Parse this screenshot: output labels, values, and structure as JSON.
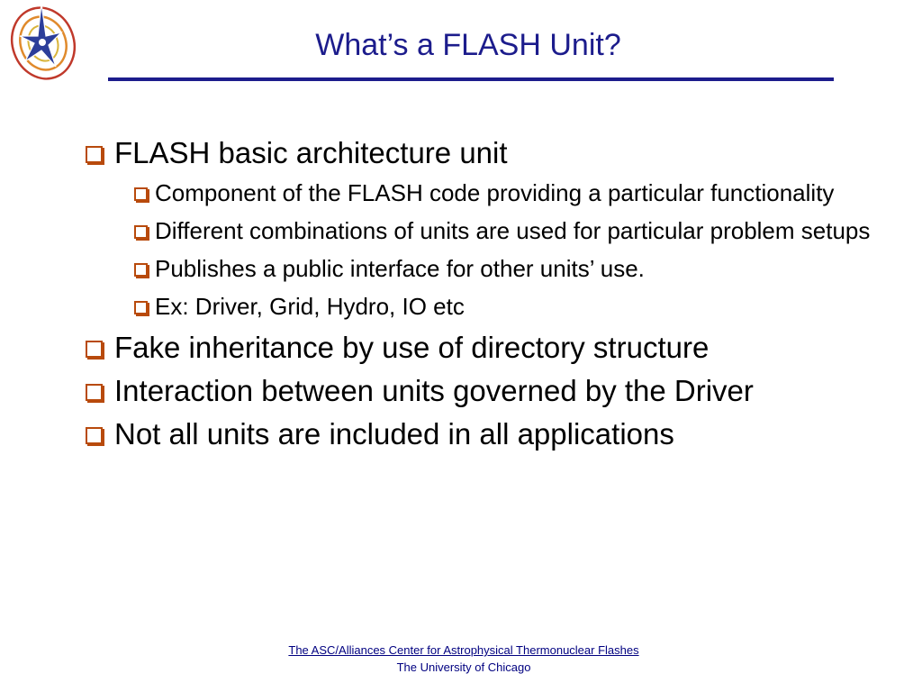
{
  "slide": {
    "title": "What’s a FLASH Unit?",
    "logo_icon": "flash-center-star-logo-icon",
    "bullet_icon": "hollow-square-bullet-icon",
    "accent_color": "#1c1c8c",
    "bullet_color": "#b84a0c",
    "bullets": [
      {
        "level": 1,
        "text": "FLASH basic architecture unit"
      },
      {
        "level": 2,
        "text": "Component of the FLASH code providing a particular functionality"
      },
      {
        "level": 2,
        "text": "Different combinations of units are used for particular problem setups"
      },
      {
        "level": 2,
        "text": "Publishes a public interface for other units’ use."
      },
      {
        "level": 2,
        "text": "Ex: Driver, Grid, Hydro, IO etc"
      },
      {
        "level": 1,
        "text": "Fake inheritance by use of directory structure"
      },
      {
        "level": 1,
        "text": "Interaction between units governed by the Driver"
      },
      {
        "level": 1,
        "text": "Not all units are included in all applications"
      }
    ]
  },
  "footer": {
    "link_text": "The ASC/Alliances Center for Astrophysical Thermonuclear Flashes",
    "institution": "The University of Chicago"
  }
}
